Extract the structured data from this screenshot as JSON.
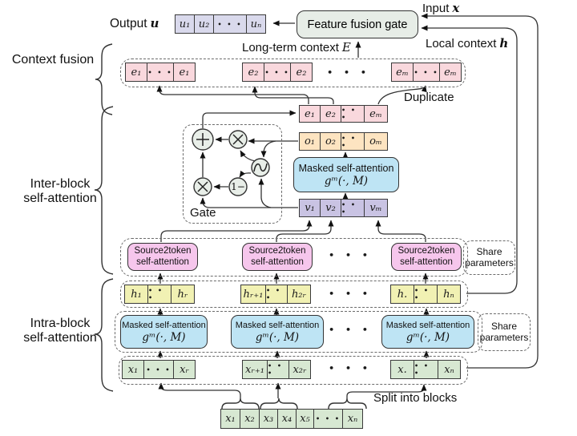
{
  "colors": {
    "u_cell": "#d9d9ec",
    "e_cell": "#f9d8dd",
    "o_cell": "#fde4c1",
    "v_cell": "#c9c3e3",
    "h_cell": "#f1f1b3",
    "x_cell": "#d7e8d2",
    "attention_blue": "#bee4f4",
    "source2token_pink": "#f6c6ec",
    "gate_gray": "#e7ede7",
    "line": "#333333"
  },
  "top": {
    "output_label": "Output",
    "output_var": "u",
    "fusion_gate": "Feature fusion gate",
    "input_label": "Input",
    "input_var": "x",
    "local_label": "Local context",
    "local_var": "h",
    "longterm_label": "Long-term context",
    "longterm_var": "E"
  },
  "sections": {
    "context_fusion": "Context fusion",
    "inter_line1": "Inter-block",
    "inter_line2": "self-attention",
    "intra_line1": "Intra-block",
    "intra_line2": "self-attention"
  },
  "gate": {
    "label": "Gate",
    "one_minus": "1−"
  },
  "blocks": {
    "masked_line1": "Masked self-attention",
    "masked_formula": "gᵐ(·, M)",
    "s2t_line1": "Source2token",
    "s2t_line2": "self-attention",
    "share_line1": "Share",
    "share_line2": "parameters",
    "duplicate": "Duplicate",
    "split": "Split into blocks"
  },
  "rows": {
    "u": [
      "u₁",
      "u₂",
      "• • •",
      "uₙ"
    ],
    "e_groups": [
      [
        "e₁",
        "• • •",
        "e₁"
      ],
      [
        "e₂",
        "• • •",
        "e₂"
      ],
      [
        "eₘ",
        "• • •",
        "eₘ"
      ]
    ],
    "e": [
      "e₁",
      "e₂",
      "• • •",
      "eₘ"
    ],
    "o": [
      "o₁",
      "o₂",
      "• • •",
      "oₘ"
    ],
    "v": [
      "v₁",
      "v₂",
      "• • •",
      "vₘ"
    ],
    "h_groups": [
      [
        "h₁",
        "• • •",
        "hᵣ"
      ],
      [
        "hᵣ₊₁",
        "• • •",
        "h₂ᵣ"
      ],
      [
        "h.",
        "• • •",
        "hₙ"
      ]
    ],
    "x_groups": [
      [
        "x₁",
        "• • •",
        "xᵣ"
      ],
      [
        "xᵣ₊₁",
        "• • •",
        "x₂ᵣ"
      ],
      [
        "x.",
        "• • •",
        "xₙ"
      ]
    ],
    "x_bottom": [
      "x₁",
      "x₂",
      "x₃",
      "x₄",
      "x₅",
      "• • •",
      "xₙ"
    ],
    "big_dots": "• • •"
  }
}
